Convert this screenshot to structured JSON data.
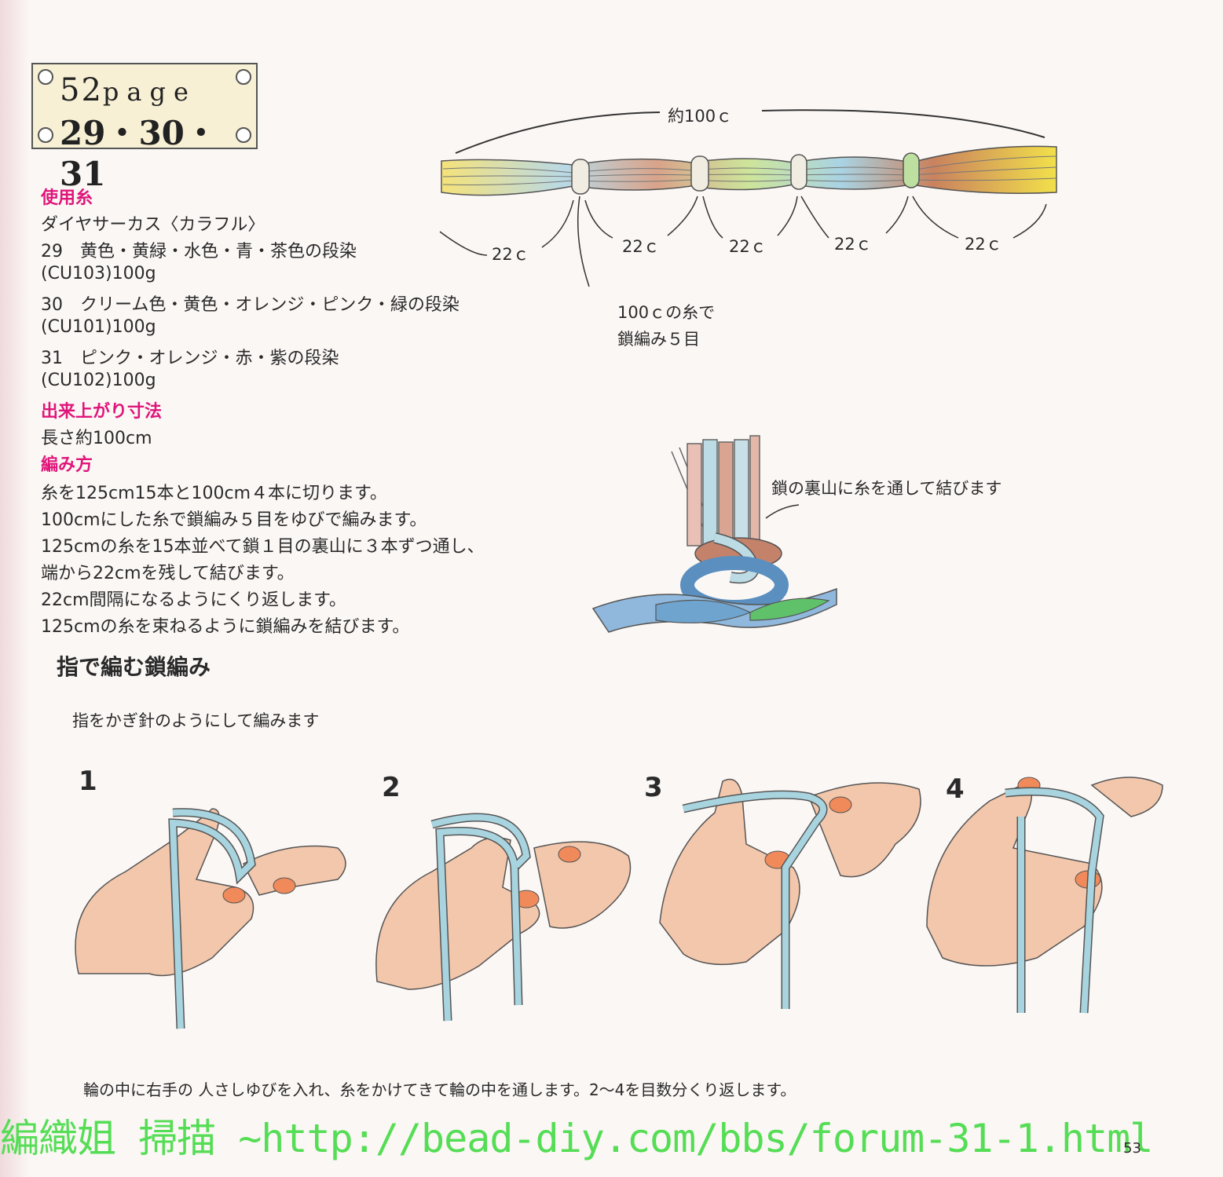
{
  "badge": {
    "line1_num": "52",
    "line1_word": "page",
    "line2": "29・30・31"
  },
  "materials": {
    "heading": "使用糸",
    "lines": [
      "ダイヤサーカス〈カラフル〉",
      "29　黄色・黄緑・水色・青・茶色の段染",
      "(CU103)100g",
      "30　クリーム色・黄色・オレンジ・ピンク・緑の段染",
      "(CU101)100g",
      "31　ピンク・オレンジ・赤・紫の段染",
      "(CU102)100g"
    ]
  },
  "size": {
    "heading": "出来上がり寸法",
    "value": "長さ約100cm"
  },
  "method": {
    "heading": "編み方",
    "lines": [
      "糸を125cm15本と100cm４本に切ります。",
      "100cmにした糸で鎖編み５目をゆびで編みます。",
      "125cmの糸を15本並べて鎖１目の裏山に３本ずつ通し、",
      "端から22cmを残して結びます。",
      "22cm間隔になるようにくり返します。",
      "125cmの糸を束ねるように鎖編みを結びます。"
    ]
  },
  "diagram1": {
    "total_length": "約100ｃ",
    "segments": [
      "22ｃ",
      "22ｃ",
      "22ｃ",
      "22ｃ",
      "22ｃ"
    ],
    "note_line1": "100ｃの糸で",
    "note_line2": "鎖編み５目"
  },
  "diagram2": {
    "note": "鎖の裏山に糸を通して結びます"
  },
  "finger_chain": {
    "heading": "指で編む鎖編み",
    "subheading": "指をかぎ針のようにして編みます",
    "steps": [
      "1",
      "2",
      "3",
      "4"
    ],
    "caption": "輪の中に右手の 人さしゆびを入れ、糸をかけてきて輪の中を通します。2〜4を目数分くり返します。"
  },
  "watermark": "編織姐 掃描 ~http://bead-diy.com/bbs/forum-31-1.html",
  "page_number": "53",
  "colors": {
    "accent": "#e0157a",
    "yarn": "#a8d4e0",
    "skin": "#f3c7ab",
    "watermark": "#55dd55"
  }
}
